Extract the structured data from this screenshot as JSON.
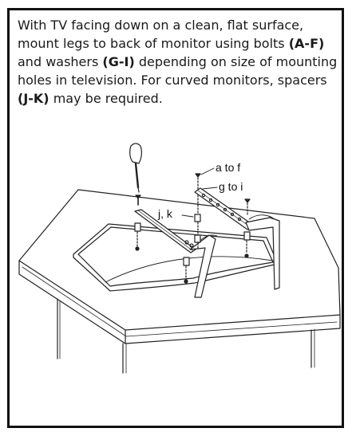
{
  "instruction": {
    "part1": "With TV facing down on a clean, flat surface, mount legs to back of monitor using bolts ",
    "bolts_ref": "(A-F)",
    "part2": " and washers ",
    "washers_ref": "(G-I)",
    "part3": " depending on size of mounting holes in television. For curved monitors, spacers ",
    "spacers_ref": "(J-K)",
    "part4": " may be required."
  },
  "diagram": {
    "label_bolts": "a to f",
    "label_washers": "g to i",
    "label_spacers": "j, k"
  }
}
